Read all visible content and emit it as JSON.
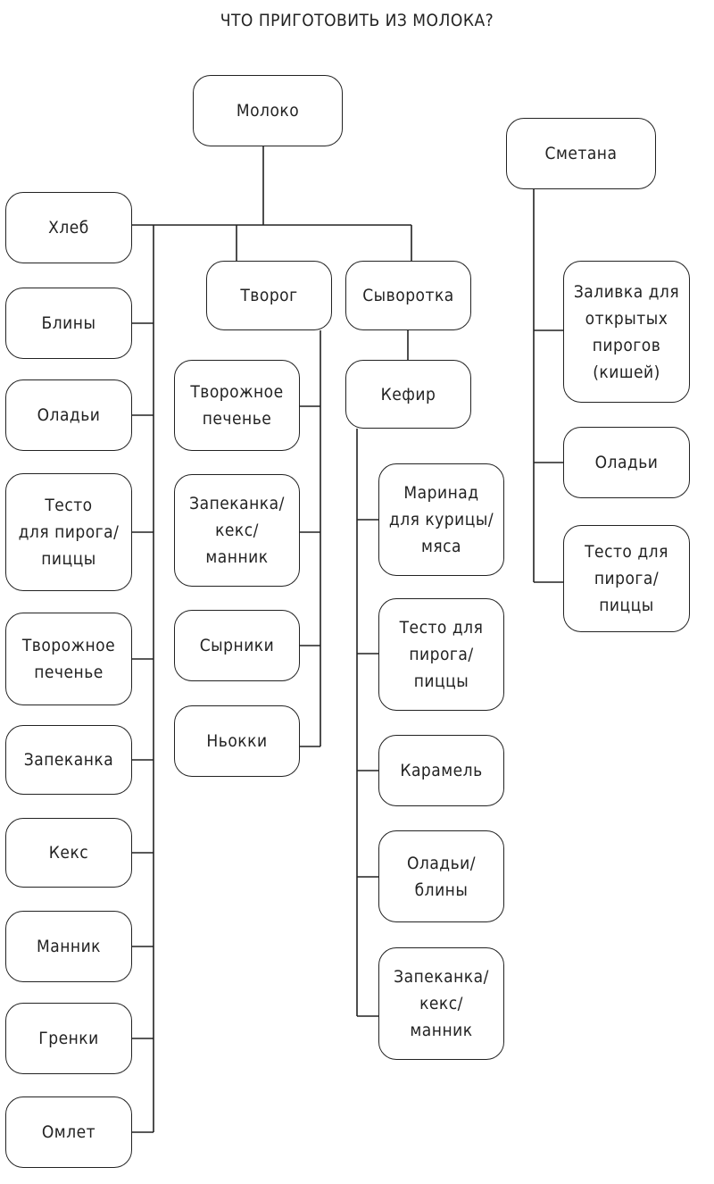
{
  "title": "ЧТО ПРИГОТОВИТЬ ИЗ МОЛОКА?",
  "nodes": {
    "milk": "Молоко",
    "bread": "Хлеб",
    "pancakes": "Блины",
    "fritters": "Оладьи",
    "dough": "Тесто\nдля пирога/\nпиццы",
    "curd_cookies": "Творожное\nпеченье",
    "casserole": "Запеканка",
    "cake": "Кекс",
    "mannik": "Манник",
    "croutons": "Гренки",
    "omelet": "Омлет",
    "tvorog": "Творог",
    "tvorog_cookies": "Творожное\nпеченье",
    "tvorog_casserole": "Запеканка/\nкекс/\nманник",
    "syrniki": "Сырники",
    "gnocchi": "Ньокки",
    "whey": "Сыворотка",
    "kefir": "Кефир",
    "marinade": "Маринад\nдля курицы/\nмяса",
    "kefir_dough": "Тесто для\nпирога/\nпиццы",
    "caramel": "Карамель",
    "kefir_fritters": "Оладьи/\nблины",
    "kefir_casserole": "Запеканка/\nкекс/\nманник",
    "sour_cream": "Сметана",
    "quiche_filling": "Заливка для\nоткрытых\nпирогов\n(кишей)",
    "sc_fritters": "Оладьи",
    "sc_dough": "Тесто для\nпирога/\nпиццы"
  }
}
